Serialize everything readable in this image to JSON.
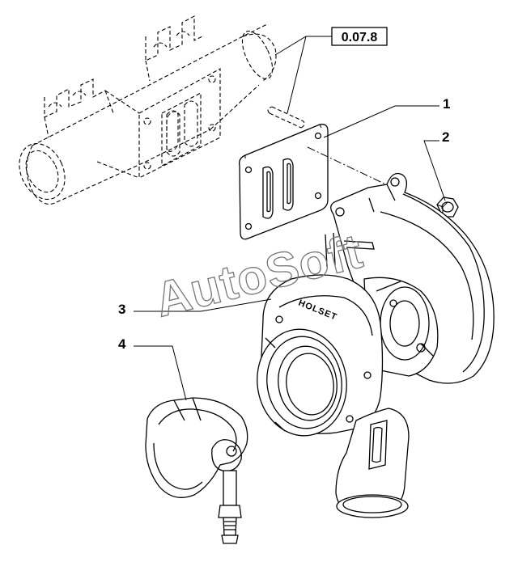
{
  "callouts": {
    "ref": "0.07.8",
    "part1": "1",
    "part2": "2",
    "part3": "3",
    "part4": "4"
  },
  "watermark": "AutoSoft",
  "turbo_brand": "HOLSET"
}
